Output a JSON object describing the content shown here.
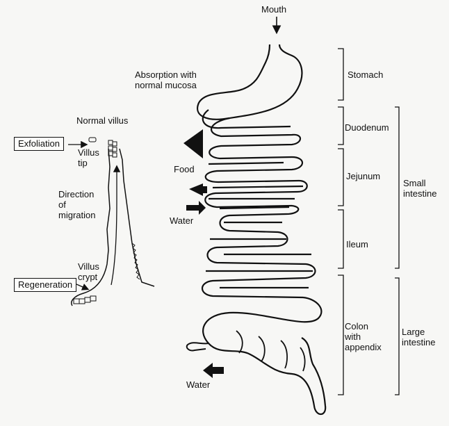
{
  "diagram": {
    "top_label": "Mouth",
    "absorption_label": "Absorption with\nnormal mucosa",
    "villus": {
      "title": "Normal villus",
      "exfoliation_box": "Exfoliation",
      "tip_label": "Villus\ntip",
      "migration_label": "Direction\nof\nmigration",
      "crypt_label": "Villus\ncrypt",
      "regeneration_box": "Regeneration"
    },
    "flow_labels": {
      "food": "Food",
      "water_upper": "Water",
      "water_lower": "Water"
    },
    "segments": [
      {
        "label": "Stomach"
      },
      {
        "label": "Duodenum"
      },
      {
        "label": "Jejunum"
      },
      {
        "label": "Ileum"
      },
      {
        "label": "Colon\nwith\nappendix"
      }
    ],
    "groups": [
      {
        "label": "Small\nintestine"
      },
      {
        "label": "Large\nintestine"
      }
    ]
  }
}
